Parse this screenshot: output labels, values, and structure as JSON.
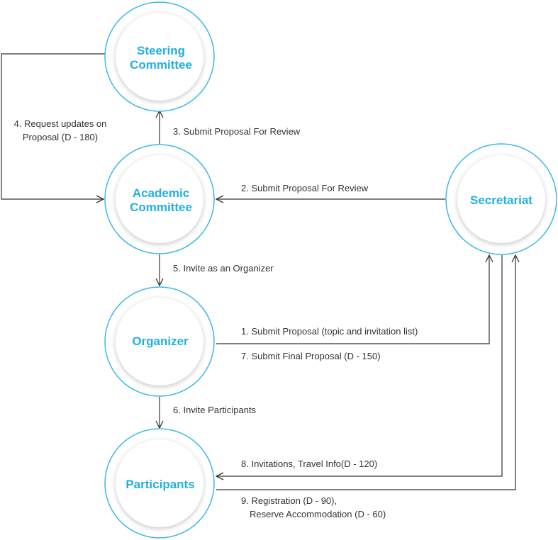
{
  "nodes": {
    "steering": [
      "Steering",
      "Committee"
    ],
    "academic": [
      "Academic",
      "Committee"
    ],
    "secretariat": [
      "Secretariat"
    ],
    "organizer": [
      "Organizer"
    ],
    "participants": [
      "Participants"
    ]
  },
  "edges": {
    "step1": "1. Submit Proposal (topic and invitation list)",
    "step2": "2. Submit Proposal For Review",
    "step3": "3. Submit Proposal For Review",
    "step4": [
      "4. Request updates on",
      "Proposal (D - 180)"
    ],
    "step5": "5. Invite as an Organizer",
    "step6": "6. Invite Participants",
    "step7": "7. Submit Final Proposal (D - 150)",
    "step8": "8. Invitations, Travel Info(D - 120)",
    "step9": [
      "9. Registration (D - 90),",
      "Reserve Accommodation (D - 60)"
    ]
  },
  "colors": {
    "node_text": "#1fb0e3",
    "node_ring": "#3bb8e6",
    "line": "#333333"
  }
}
